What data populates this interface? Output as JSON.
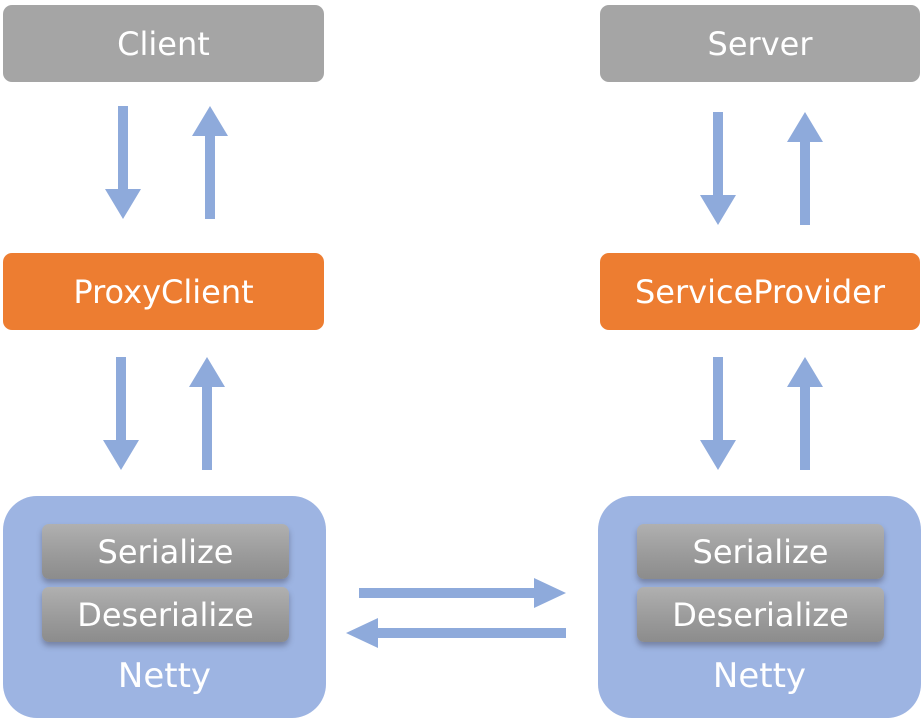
{
  "left_stack": {
    "top_label": "Client",
    "middle_label": "ProxyClient",
    "netty": {
      "layers": [
        "Serialize",
        "Deserialize"
      ],
      "label": "Netty"
    }
  },
  "right_stack": {
    "top_label": "Server",
    "middle_label": "ServiceProvider",
    "netty": {
      "layers": [
        "Serialize",
        "Deserialize"
      ],
      "label": "Netty"
    }
  },
  "colors": {
    "top_box": "#a5a5a5",
    "middle_box": "#ed7d31",
    "netty_container": "#9db4e2",
    "arrow": "#8eaadb",
    "text": "#ffffff"
  }
}
